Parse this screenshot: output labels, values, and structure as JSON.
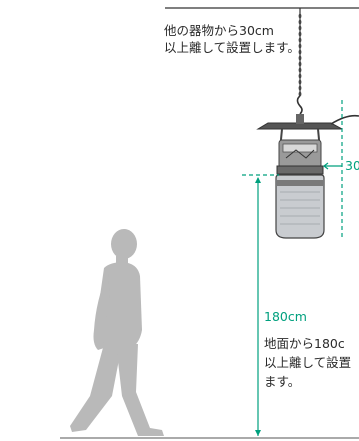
{
  "top_note": {
    "line1": "他の器物から30cm",
    "line2": "以上離して設置します。"
  },
  "side_distance_label": "30",
  "height_label": "180cm",
  "floor_note": {
    "line1": "地面から180c",
    "line2": "以上離して設置",
    "line3": "ます。"
  },
  "colors": {
    "guide_green": "#00a07e",
    "silhouette_gray": "#b9b9b9",
    "ink": "#2b2b2b"
  }
}
